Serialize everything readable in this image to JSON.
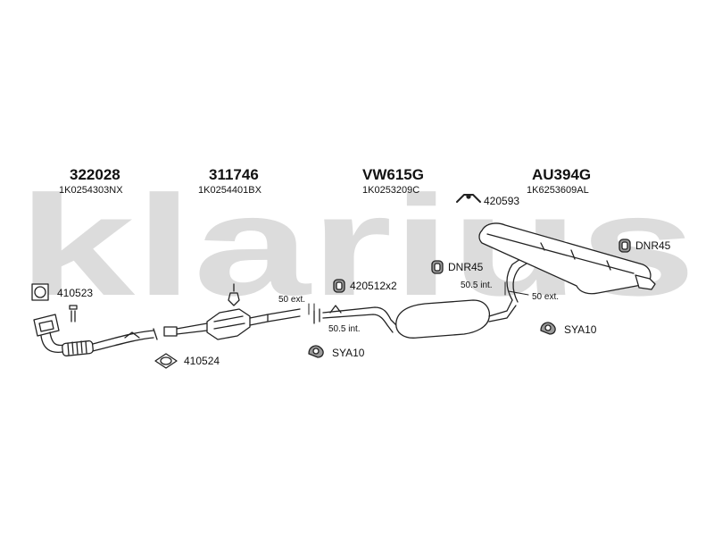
{
  "watermark": {
    "text": "klarius",
    "color": "#dcdcdc"
  },
  "colors": {
    "line": "#222222",
    "fill": "#ffffff",
    "shade": "#9a9a9a"
  },
  "assemblies": [
    {
      "part_number": "322028",
      "oem": "1K0254303NX"
    },
    {
      "part_number": "311746",
      "oem": "1K0254401BX"
    },
    {
      "part_number": "VW615G",
      "oem": "1K0253209C"
    },
    {
      "part_number": "AU394G",
      "oem": "1K6253609AL"
    }
  ],
  "fittings": [
    {
      "label": "410523",
      "icon": "square-gasket-icon"
    },
    {
      "label": "410524",
      "icon": "oval-gasket-icon"
    },
    {
      "label": "420512x2",
      "icon": "rubber-hanger-icon"
    },
    {
      "label": "DNR45",
      "icon": "rubber-hanger-icon"
    },
    {
      "label": "DNR45",
      "icon": "rubber-hanger-icon"
    },
    {
      "label": "420593",
      "icon": "metal-bracket-icon"
    },
    {
      "label": "SYA10",
      "icon": "clamp-icon"
    },
    {
      "label": "SYA10",
      "icon": "clamp-icon"
    }
  ],
  "notes": [
    "50 ext.",
    "50.5 int.",
    "50.5 int.",
    "50 ext."
  ]
}
